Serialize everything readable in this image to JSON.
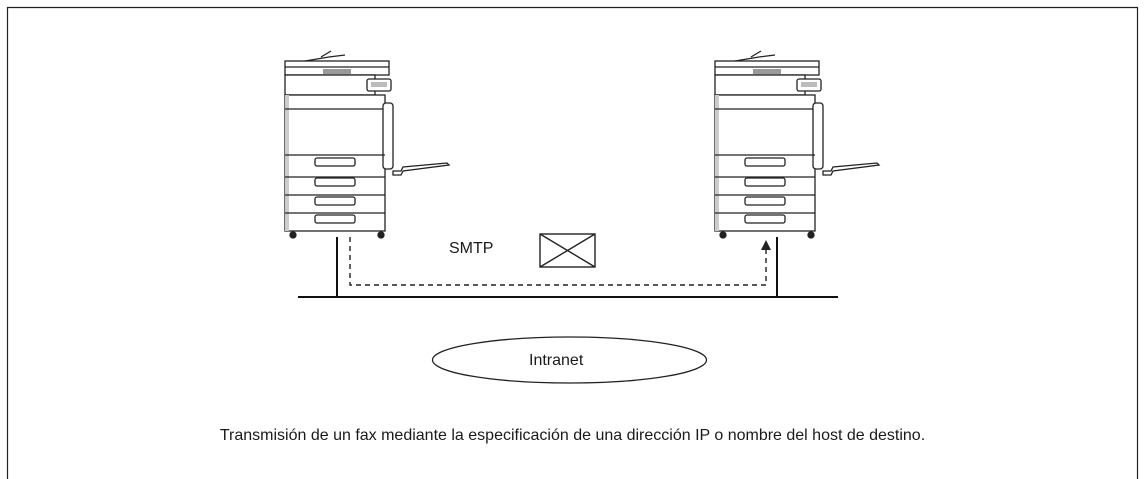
{
  "diagram": {
    "protocol_label": "SMTP",
    "network_label": "Intranet",
    "caption": "Transmisión de un fax mediante la especificación de una dirección IP o nombre del host de destino."
  },
  "icons": {
    "sender": "printer-icon",
    "receiver": "printer-icon",
    "message": "envelope-icon"
  }
}
